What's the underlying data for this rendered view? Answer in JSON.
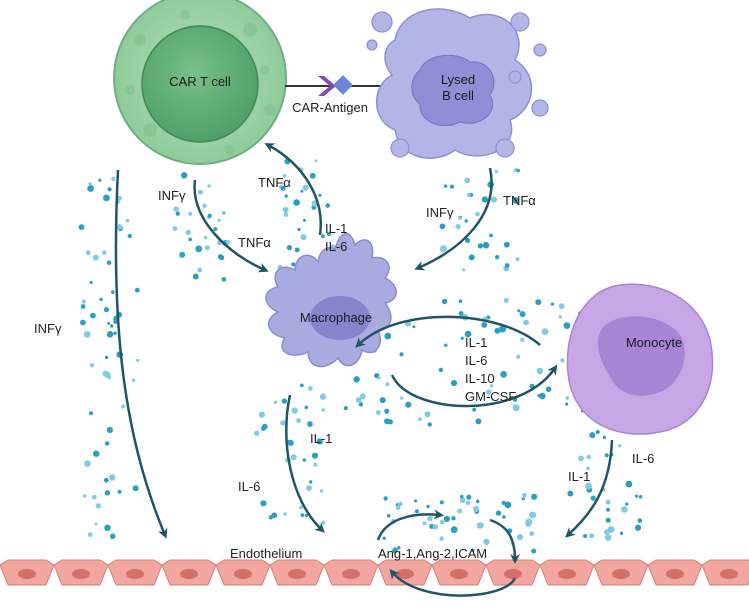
{
  "cells": {
    "car_t": "CAR T cell",
    "lysed_b_1": "Lysed",
    "lysed_b_2": "B cell",
    "macrophage": "Macrophage",
    "monocyte": "Monocyte"
  },
  "labels": {
    "car_antigen": "CAR-Antigen",
    "infg_left": "INFγ",
    "infg_top": "INFγ",
    "tnfa_top": "TNFα",
    "tnfa_mid": "TNFα",
    "il1_top": "IL-1",
    "il6_top": "IL-6",
    "infg_right": "INFγ",
    "tnfa_right": "TNFα",
    "il1_macro_left": "IL-1",
    "il6_macro_left": "IL-6",
    "loop_cytokines": [
      "IL-1",
      "IL-6",
      "IL-10",
      "GM-CSF"
    ],
    "il1_mono": "IL-1",
    "il6_mono": "IL-6",
    "endothelium": "Endothelium",
    "ang_icam": "Ang-1,Ang-2,ICAM"
  },
  "colors": {
    "car_t_outer": "#9fd1a8",
    "car_t_inner": "#5fae77",
    "b_cell": "#b3b5e6",
    "b_nucleus": "#8f8ed6",
    "macrophage": "#a9abe0",
    "monocyte": "#c7a6e6",
    "endothelium": "#f2a6a0",
    "arrow": "#1f5667",
    "dots": "#2a9fc2"
  }
}
